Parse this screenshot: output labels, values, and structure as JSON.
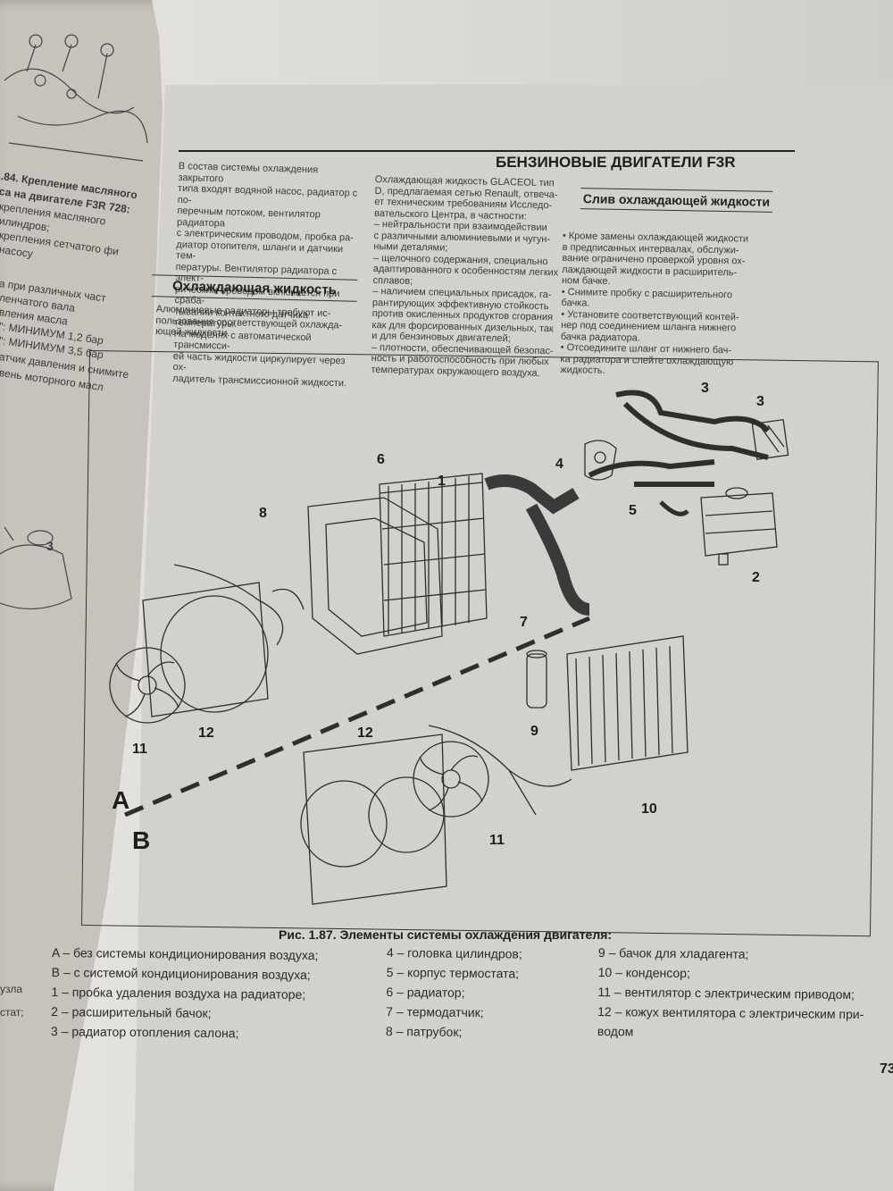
{
  "left_page": {
    "fragments": [
      ".84. Крепление масляного",
      "са на двигателе F3R 728:",
      "крепления масляного",
      "илиндров;",
      "крепления сетчатого фи",
      "насосу",
      "а при различных част",
      "ленчатого вала",
      "вления масла",
      "\": МИНИМУМ 1,2 бар",
      "\": МИНИМУМ 3,5 бар",
      "атчик давления и снимите",
      "вень моторного масл",
      "3",
      "узла",
      "стат;"
    ]
  },
  "header": {
    "title": "БЕНЗИНОВЫЕ ДВИГАТЕЛИ F3R"
  },
  "column1": {
    "text": [
      "В состав системы охлаждения закрытого",
      "типа входят водяной насос, радиатор с по-",
      "перечным потоком, вентилятор радиатора",
      "с электрическим проводом, пробка ра-",
      "диатор отопителя, шланги и датчики тем-",
      "пературы. Вентилятор радиатора с элект-",
      "рическим проводом включается при сраба-",
      "тывании контактного датчика температуры.",
      "На моделях с автоматической трансмисси-",
      "ей часть жидкости циркулирует через ох-",
      "ладитель трансмиссионной жидкости."
    ]
  },
  "section_coolant": {
    "heading": "Охлаждающая жидкость",
    "text": [
      "Алюминиевые радиаторы требуют ис-",
      "пользования соответствующей охлажда-",
      "ющей жидкости."
    ]
  },
  "column2": {
    "text": [
      "Охлаждающая жидкость GLACEOL тип",
      "D, предлагаемая сетью Renault, отвеча-",
      "ет техническим требованиям Исследо-",
      "вательского Центра, в частности:",
      "– нейтральности при взаимодействии",
      "с различными алюминиевыми и чугун-",
      "ными деталями;",
      "– щелочного содержания, специально",
      "адаптированного к особенностям легких",
      "сплавов;",
      "– наличием специальных присадок, га-",
      "рантирующих эффективную стойкость",
      "против окисленных продуктов сгорания",
      "как для форсированных дизельных, так",
      "и для бензиновых двигателей;",
      "– плотности, обеспечивающей безопас-",
      "ность и работоспособность при любых",
      "температурах окружающего воздуха."
    ]
  },
  "section_drain": {
    "heading": "Слив охлаждающей жидкости",
    "text": [
      "• Кроме замены охлаждающей жидкости",
      "в предписанных интервалах, обслужи-",
      "вание ограничено проверкой уровня ох-",
      "лаждающей жидкости в расширитель-",
      "ном бачке.",
      "• Снимите пробку с расширительного",
      "бачка.",
      "• Установите соответствующий контей-",
      "нер под соединением шланга нижнего",
      "бачка радиатора.",
      "• Отсоедините шланг от нижнего бач-",
      "ка радиатора и слейте охлаждающую",
      "жидкость."
    ]
  },
  "figure": {
    "callouts": [
      "1",
      "2",
      "3",
      "3",
      "4",
      "5",
      "6",
      "7",
      "8",
      "9",
      "10",
      "11",
      "12",
      "11",
      "12"
    ],
    "zone_a": "A",
    "zone_b": "B"
  },
  "caption": "Рис. 1.87. Элементы системы охлаждения двигателя:",
  "legend": {
    "col1": [
      "A – без системы кондиционирования воздуха;",
      "B – с системой кондиционирования воздуха;",
      "1 – пробка удаления воздуха на радиаторе;",
      "2 – расширительный бачок;",
      "3 – радиатор отопления салона;"
    ],
    "col2": [
      "4 – головка цилиндров;",
      "5 – корпус термостата;",
      "6 – радиатор;",
      "7 – термодатчик;",
      "8 – патрубок;"
    ],
    "col3": [
      "9 – бачок для хладагента;",
      "10 – конденсор;",
      "11 – вентилятор с электрическим приводом;",
      "12 – кожух вентилятора с электрическим при-",
      "водом"
    ]
  },
  "page_number": "73"
}
